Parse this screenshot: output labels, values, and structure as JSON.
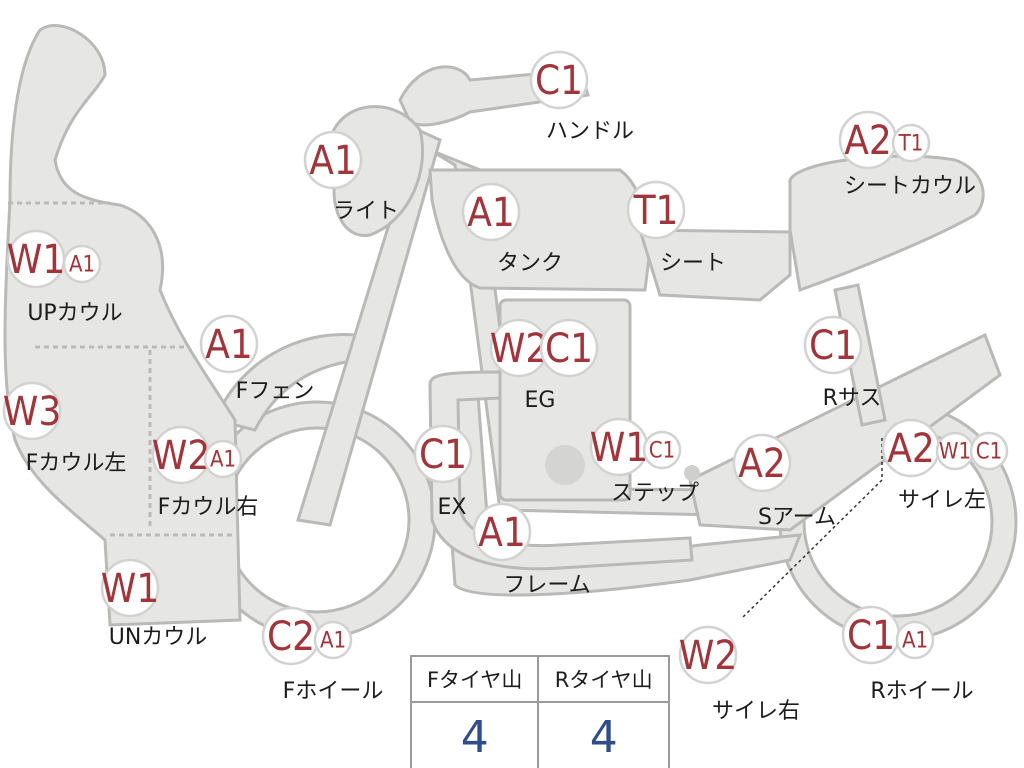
{
  "parts": [
    {
      "key": "handle",
      "label": "ハンドル",
      "badges": [
        "C1"
      ]
    },
    {
      "key": "light",
      "label": "ライト",
      "badges": [
        "A1"
      ]
    },
    {
      "key": "tank",
      "label": "タンク",
      "badges": [
        "A1"
      ]
    },
    {
      "key": "seat",
      "label": "シート",
      "badges": [
        "T1"
      ]
    },
    {
      "key": "seat-cowl",
      "label": "シートカウル",
      "badges": [
        "A2",
        "T1"
      ]
    },
    {
      "key": "up-cowl",
      "label": "UPカウル",
      "badges": [
        "W1",
        "A1"
      ]
    },
    {
      "key": "f-fender",
      "label": "Fフェン",
      "badges": [
        "A1"
      ]
    },
    {
      "key": "eg",
      "label": "EG",
      "badges": [
        "W2",
        "C1"
      ]
    },
    {
      "key": "r-sus",
      "label": "Rサス",
      "badges": [
        "C1"
      ]
    },
    {
      "key": "f-cowl-left",
      "label": "Fカウル左",
      "badges": [
        "W3"
      ]
    },
    {
      "key": "f-cowl-right",
      "label": "Fカウル右",
      "badges": [
        "W2",
        "A1"
      ]
    },
    {
      "key": "ex",
      "label": "EX",
      "badges": [
        "C1"
      ]
    },
    {
      "key": "step",
      "label": "ステップ",
      "badges": [
        "W1",
        "C1"
      ]
    },
    {
      "key": "s-arm",
      "label": "Sアーム",
      "badges": [
        "A2"
      ]
    },
    {
      "key": "silencer-left",
      "label": "サイレ左",
      "badges": [
        "A2",
        "W1",
        "C1"
      ]
    },
    {
      "key": "frame",
      "label": "フレーム",
      "badges": [
        "A1"
      ]
    },
    {
      "key": "un-cowl",
      "label": "UNカウル",
      "badges": [
        "W1"
      ]
    },
    {
      "key": "f-wheel",
      "label": "Fホイール",
      "badges": [
        "C2",
        "A1"
      ]
    },
    {
      "key": "silencer-right",
      "label": "サイレ右",
      "badges": [
        "W2"
      ]
    },
    {
      "key": "r-wheel",
      "label": "Rホイール",
      "badges": [
        "C1",
        "A1"
      ]
    }
  ],
  "tire_table": {
    "headers": [
      "Fタイヤ山",
      "Rタイヤ山"
    ],
    "values": [
      "4",
      "4"
    ]
  },
  "colors": {
    "part_fill": "#e6e6e4",
    "part_outline": "#b9b9b7",
    "badge_text": "#a0363b",
    "tire_value": "#2f4d8a"
  }
}
